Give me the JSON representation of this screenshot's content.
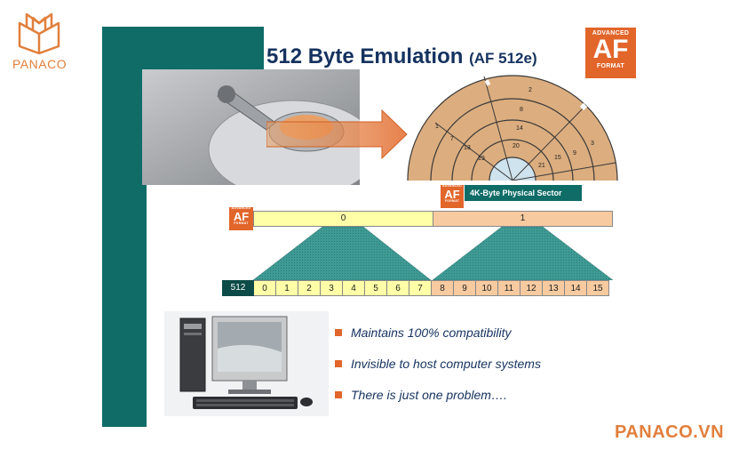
{
  "brand": {
    "name": "PANACO",
    "footer": "PANACO.VN",
    "accent_color": "#e27f3c"
  },
  "slide": {
    "title": "512 Byte Emulation",
    "title_suffix": "(AF 512e)",
    "teal_color": "#0f6c67",
    "af_logo": {
      "top": "ADVANCED",
      "mid": "AF",
      "bottom": "FORMAT",
      "color": "#e2652a"
    },
    "disk_diagram": {
      "sectors_inner": [
        "19",
        "20",
        "21"
      ],
      "sectors_mid": [
        "13",
        "14",
        "15"
      ],
      "sectors_outer": [
        "7",
        "8",
        "9"
      ],
      "sectors_edge": [
        "1",
        "2",
        "3"
      ]
    },
    "physical_sector_label": "4K-Byte Physical Sector",
    "physical_sectors": [
      "0",
      "1"
    ],
    "logical_label": "512",
    "logical_sectors": [
      "0",
      "1",
      "2",
      "3",
      "4",
      "5",
      "6",
      "7",
      "8",
      "9",
      "10",
      "11",
      "12",
      "13",
      "14",
      "15"
    ],
    "bullets": [
      "Maintains 100% compatibility",
      "Invisible to host computer systems",
      "There is just one problem…."
    ]
  }
}
